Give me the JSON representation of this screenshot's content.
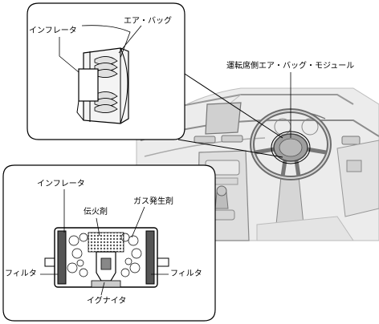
{
  "labels": {
    "inflator_top": "インフレータ",
    "airbag": "エア・バッグ",
    "module": "運転席側エア・バッグ・モジュール",
    "inflator_bottom": "インフレータ",
    "igniter_charge": "伝火剤",
    "gas_generant": "ガス発生剤",
    "filter_left": "フィルタ",
    "filter_right": "フィルタ",
    "igniter": "イグナイタ"
  }
}
